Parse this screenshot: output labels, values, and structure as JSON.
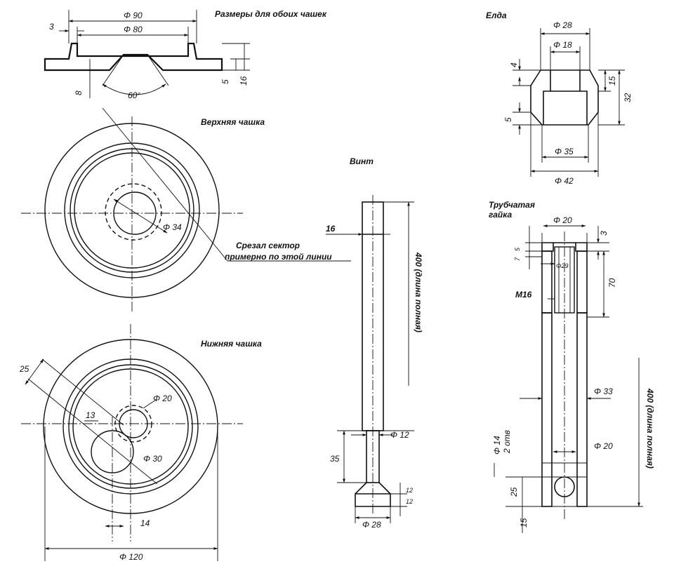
{
  "titles": {
    "cups_dims": "Размеры для обоих чашек",
    "upper_cup": "Верхняя чашка",
    "lower_cup": "Нижняя чашка",
    "screw": "Винт",
    "elda": "Елда",
    "nut_line1": "Трубчатая",
    "nut_line2": "гайка"
  },
  "cup_section": {
    "d90": "Φ 90",
    "d80": "Φ 80",
    "dim3": "3",
    "dim8": "8",
    "dim5": "5",
    "dim16": "16",
    "angle": "60°"
  },
  "upper_cup": {
    "d34": "Φ 34",
    "note_line1": "Срезал сектор",
    "note_line2": "примерно по этой линии"
  },
  "lower_cup": {
    "d20": "Φ 20",
    "d30": "Φ 30",
    "dim25": "25",
    "dim13": "13",
    "dim14": "14",
    "d120": "Φ 120"
  },
  "screw": {
    "dim16": "16",
    "length": "400 (длина полная)",
    "d12": "Φ 12",
    "dim35": "35",
    "dim12a": "12",
    "dim12b": "12",
    "d28": "Φ 28"
  },
  "elda": {
    "d28": "Φ 28",
    "d18": "Φ 18",
    "dim4": "4",
    "dim15": "15",
    "dim32": "32",
    "dim5": "5",
    "d35": "Φ 35",
    "d42": "Φ 42"
  },
  "nut": {
    "d20top": "Φ 20",
    "dim3": "3",
    "dim5": "5",
    "dim7": "7",
    "d29": "Φ29",
    "dim70": "70",
    "m16": "M16",
    "d33": "Φ 33",
    "length": "400 (длина полная)",
    "d14": "Φ 14",
    "holes": "2 отв",
    "d20": "Φ 20",
    "dim25": "25",
    "dim15": "15"
  }
}
